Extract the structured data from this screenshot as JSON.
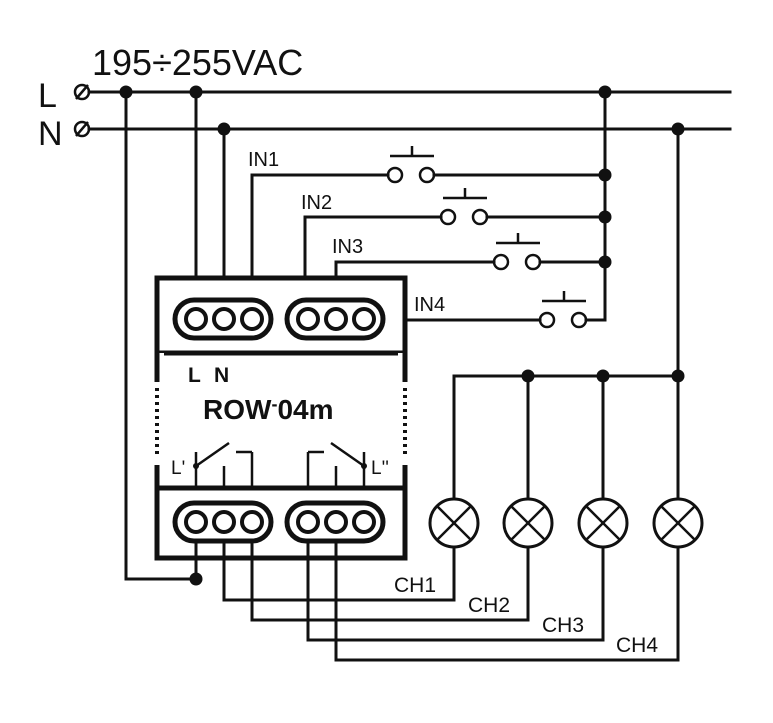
{
  "supply": {
    "voltage": "195÷255VAC",
    "line": "L",
    "neutral": "N"
  },
  "inputs": [
    "IN1",
    "IN2",
    "IN3",
    "IN4"
  ],
  "device": {
    "name": "ROW-04m",
    "name_main": "ROW",
    "name_sep": "-",
    "name_suffix": "04m",
    "terminal_l": "L",
    "terminal_n": "N",
    "relay_out_1": "L'",
    "relay_out_2": "L''"
  },
  "channels": [
    "CH1",
    "CH2",
    "CH3",
    "CH4"
  ]
}
